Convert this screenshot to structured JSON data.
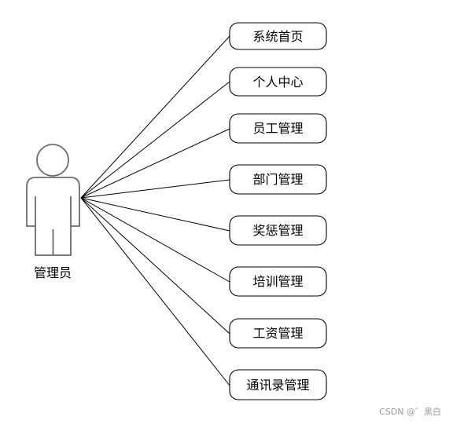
{
  "actor": {
    "label": "管理员"
  },
  "use_cases": [
    {
      "label": "系统首页"
    },
    {
      "label": "个人中心"
    },
    {
      "label": "员工管理"
    },
    {
      "label": "部门管理"
    },
    {
      "label": "奖惩管理"
    },
    {
      "label": "培训管理"
    },
    {
      "label": "工资管理"
    },
    {
      "label": "通讯录管理"
    }
  ],
  "watermark": "CSDN @゛黑白"
}
